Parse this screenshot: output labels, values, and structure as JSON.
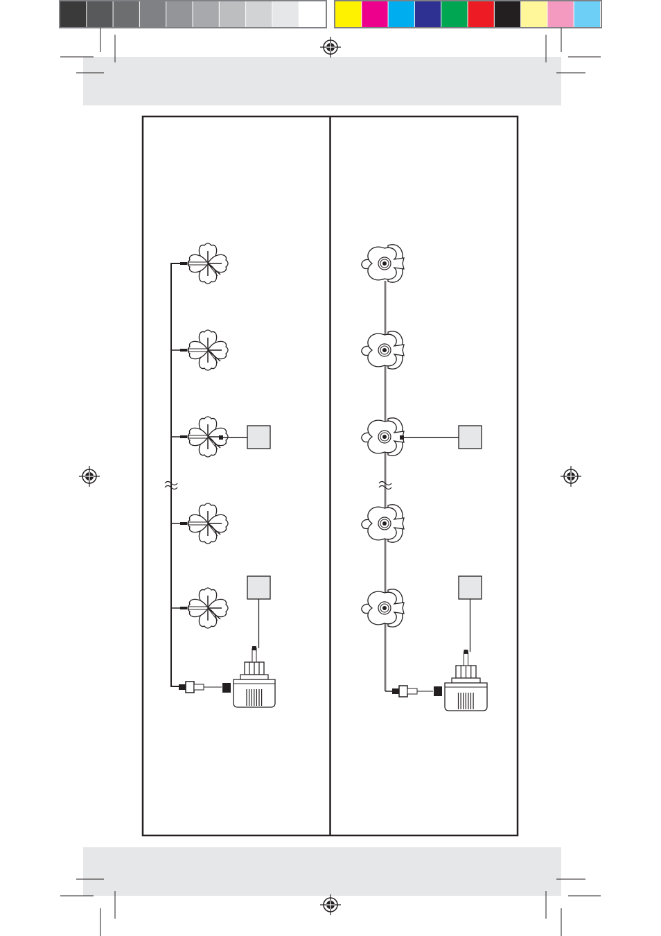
{
  "color_bar": {
    "grays": [
      "#3a3a3a",
      "#58595b",
      "#6d6e70",
      "#808184",
      "#939598",
      "#a7a9ac",
      "#bcbec0",
      "#d1d3d4",
      "#e6e7e8",
      "#ffffff"
    ],
    "process": [
      "#fff200",
      "#ec008c",
      "#00aeef",
      "#2e3192",
      "#00a651",
      "#ed1c24",
      "#231f20",
      "#fff799",
      "#f49ac1",
      "#6dcff6"
    ]
  },
  "band_color": "#e6e7e8",
  "box_color": "#e6e7e8",
  "diagrams": {
    "left": {
      "light_type": "clover",
      "lights": 5,
      "break_symbol_after": 3
    },
    "right": {
      "light_type": "flower",
      "lights": 5,
      "break_symbol_after": 3
    }
  }
}
